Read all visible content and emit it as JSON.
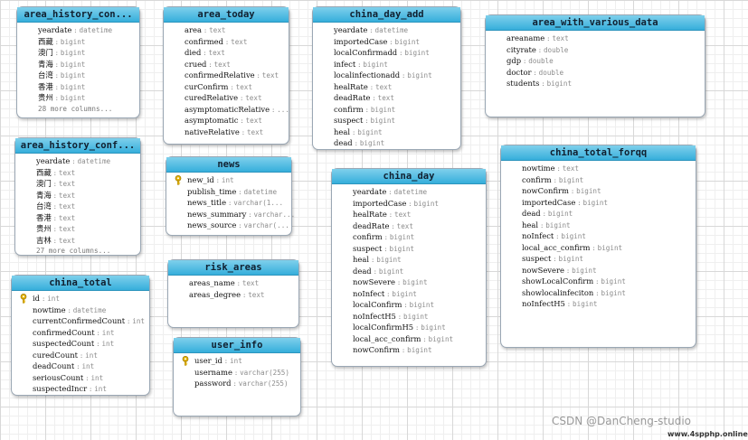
{
  "tables": [
    {
      "id": "area-history-con",
      "title": "area_history_con...",
      "key": false,
      "rows": [
        {
          "name": "yeardate",
          "type": "datetime"
        },
        {
          "name": "西藏",
          "type": "bigint"
        },
        {
          "name": "澳门",
          "type": "bigint"
        },
        {
          "name": "青海",
          "type": "bigint"
        },
        {
          "name": "台湾",
          "type": "bigint"
        },
        {
          "name": "香港",
          "type": "bigint"
        },
        {
          "name": "贵州",
          "type": "bigint"
        }
      ],
      "more": "28 more columns..."
    },
    {
      "id": "area-today",
      "title": "area_today",
      "rows": [
        {
          "name": "area",
          "type": "text"
        },
        {
          "name": "confirmed",
          "type": "text"
        },
        {
          "name": "died",
          "type": "text"
        },
        {
          "name": "crued",
          "type": "text"
        },
        {
          "name": "confirmedRelative",
          "type": "text"
        },
        {
          "name": "curConfirm",
          "type": "text"
        },
        {
          "name": "curedRelative",
          "type": "text"
        },
        {
          "name": "asymptomaticRelative",
          "type": "..."
        },
        {
          "name": "asymptomatic",
          "type": "text"
        },
        {
          "name": "nativeRelative",
          "type": "text"
        }
      ]
    },
    {
      "id": "china-day-add",
      "title": "china_day_add",
      "rows": [
        {
          "name": "yeardate",
          "type": "datetime"
        },
        {
          "name": "importedCase",
          "type": "bigint"
        },
        {
          "name": "localConfirmadd",
          "type": "bigint"
        },
        {
          "name": "infect",
          "type": "bigint"
        },
        {
          "name": "localinfectionadd",
          "type": "bigint"
        },
        {
          "name": "healRate",
          "type": "text"
        },
        {
          "name": "deadRate",
          "type": "text"
        },
        {
          "name": "confirm",
          "type": "bigint"
        },
        {
          "name": "suspect",
          "type": "bigint"
        },
        {
          "name": "heal",
          "type": "bigint"
        },
        {
          "name": "dead",
          "type": "bigint"
        }
      ]
    },
    {
      "id": "area-with-various-data",
      "title": "area_with_various_data",
      "rows": [
        {
          "name": "areaname",
          "type": "text"
        },
        {
          "name": "cityrate",
          "type": "double"
        },
        {
          "name": "gdp",
          "type": "double"
        },
        {
          "name": "doctor",
          "type": "double"
        },
        {
          "name": "students",
          "type": "bigint"
        }
      ]
    },
    {
      "id": "area-history-conf",
      "title": "area_history_conf...",
      "rows": [
        {
          "name": "yeardate",
          "type": "datetime"
        },
        {
          "name": "西藏",
          "type": "text"
        },
        {
          "name": "澳门",
          "type": "text"
        },
        {
          "name": "青海",
          "type": "text"
        },
        {
          "name": "台湾",
          "type": "text"
        },
        {
          "name": "香港",
          "type": "text"
        },
        {
          "name": "贵州",
          "type": "text"
        },
        {
          "name": "吉林",
          "type": "text"
        }
      ],
      "more": "27 more columns..."
    },
    {
      "id": "news",
      "title": "news",
      "rows": [
        {
          "name": "new_id",
          "type": "int",
          "key": true
        },
        {
          "name": "publish_time",
          "type": "datetime"
        },
        {
          "name": "news_title",
          "type": "varchar(1..."
        },
        {
          "name": "news_summary",
          "type": "varchar..."
        },
        {
          "name": "news_source",
          "type": "varchar(..."
        }
      ]
    },
    {
      "id": "china-day",
      "title": "china_day",
      "rows": [
        {
          "name": "yeardate",
          "type": "datetime"
        },
        {
          "name": "importedCase",
          "type": "bigint"
        },
        {
          "name": "healRate",
          "type": "text"
        },
        {
          "name": "deadRate",
          "type": "text"
        },
        {
          "name": "confirm",
          "type": "bigint"
        },
        {
          "name": "suspect",
          "type": "bigint"
        },
        {
          "name": "heal",
          "type": "bigint"
        },
        {
          "name": "dead",
          "type": "bigint"
        },
        {
          "name": "nowSevere",
          "type": "bigint"
        },
        {
          "name": "noInfect",
          "type": "bigint"
        },
        {
          "name": "localConfirm",
          "type": "bigint"
        },
        {
          "name": "noInfectH5",
          "type": "bigint"
        },
        {
          "name": "localConfirmH5",
          "type": "bigint"
        },
        {
          "name": "local_acc_confirm",
          "type": "bigint"
        },
        {
          "name": "nowConfirm",
          "type": "bigint"
        }
      ]
    },
    {
      "id": "china-total-forqq",
      "title": "china_total_forqq",
      "rows": [
        {
          "name": "nowtime",
          "type": "text"
        },
        {
          "name": "confirm",
          "type": "bigint"
        },
        {
          "name": "nowConfirm",
          "type": "bigint"
        },
        {
          "name": "importedCase",
          "type": "bigint"
        },
        {
          "name": "dead",
          "type": "bigint"
        },
        {
          "name": "heal",
          "type": "bigint"
        },
        {
          "name": "noInfect",
          "type": "bigint"
        },
        {
          "name": "local_acc_confirm",
          "type": "bigint"
        },
        {
          "name": "suspect",
          "type": "bigint"
        },
        {
          "name": "nowSevere",
          "type": "bigint"
        },
        {
          "name": "showLocalConfirm",
          "type": "bigint"
        },
        {
          "name": "showlocalinfeciton",
          "type": "bigint"
        },
        {
          "name": "noInfectH5",
          "type": "bigint"
        }
      ]
    },
    {
      "id": "china-total",
      "title": "china_total",
      "rows": [
        {
          "name": "id",
          "type": "int",
          "key": true
        },
        {
          "name": "nowtime",
          "type": "datetime"
        },
        {
          "name": "currentConfirmedCount",
          "type": "int"
        },
        {
          "name": "confirmedCount",
          "type": "int"
        },
        {
          "name": "suspectedCount",
          "type": "int"
        },
        {
          "name": "curedCount",
          "type": "int"
        },
        {
          "name": "deadCount",
          "type": "int"
        },
        {
          "name": "seriousCount",
          "type": "int"
        },
        {
          "name": "suspectedIncr",
          "type": "int"
        }
      ]
    },
    {
      "id": "risk-areas",
      "title": "risk_areas",
      "rows": [
        {
          "name": "areas_name",
          "type": "text"
        },
        {
          "name": "areas_degree",
          "type": "text"
        }
      ]
    },
    {
      "id": "user-info",
      "title": "user_info",
      "rows": [
        {
          "name": "user_id",
          "type": "int",
          "key": true
        },
        {
          "name": "username",
          "type": "varchar(255)"
        },
        {
          "name": "password",
          "type": "varchar(255)"
        }
      ]
    }
  ],
  "watermark": {
    "text": "CSDN @DanCheng-studio",
    "sub": "www.4spphp.online"
  },
  "colors": {
    "header_top": "#7fd0ec",
    "header_bottom": "#36aedb",
    "key": "#e6b300"
  }
}
